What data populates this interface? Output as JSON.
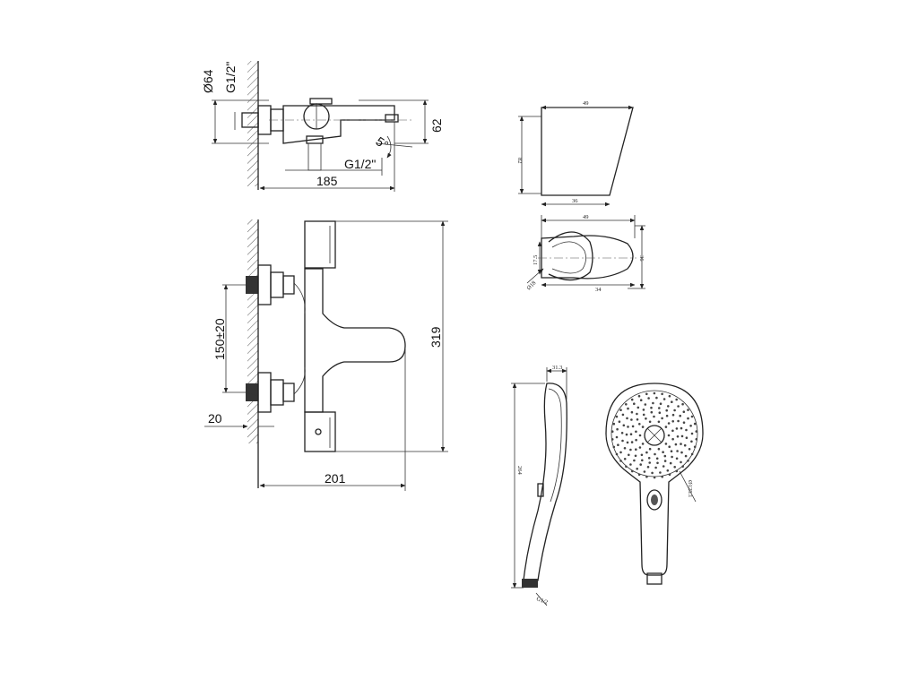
{
  "top_view": {
    "d_body": "Ø64",
    "inlet_thread": "G1/2\"",
    "spout_height": "62",
    "outlet_thread": "G1/2\"",
    "spout_angle": "5°",
    "depth": "185"
  },
  "front_view": {
    "inlet_spacing": "150±20",
    "wall_offset": "20",
    "height": "319",
    "width": "201"
  },
  "holder_side": {
    "top_width": "49",
    "height": "82",
    "bottom_width": "36"
  },
  "holder_top": {
    "width": "49",
    "height": "36",
    "slot": "17.5",
    "hole": "Ø18",
    "depth": "34"
  },
  "handshower_side": {
    "head_width": "31.3",
    "length": "264",
    "thread": "G1/2"
  },
  "handshower_front": {
    "head_diameter": "Ø125.1"
  }
}
